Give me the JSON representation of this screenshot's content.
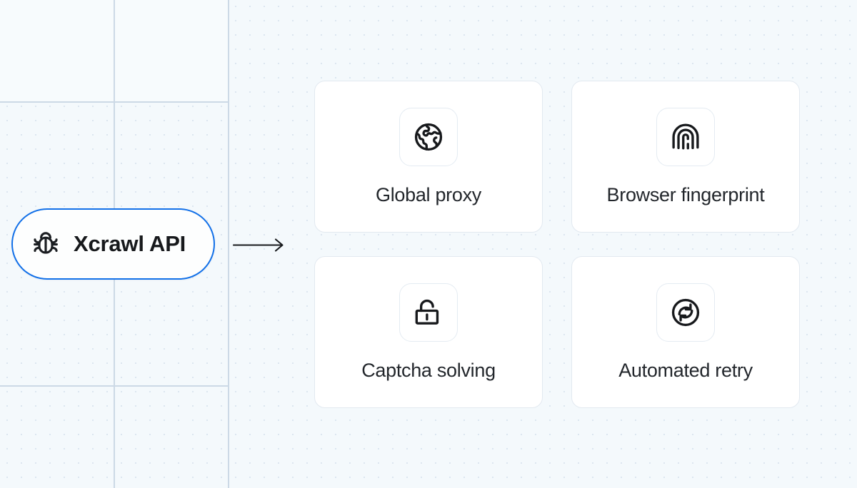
{
  "background": {
    "fill": "#f4f9fc",
    "panel_fill": "#f7fbfd",
    "grid_color": "#ccd9e6",
    "dot_color": "#d7e3ee",
    "dot_spacing": 20,
    "gridlines": {
      "vertical_x": [
        160,
        320
      ],
      "horizontal_y": [
        143,
        541
      ]
    }
  },
  "node": {
    "label": "Xcrawl API",
    "icon": "bug-icon",
    "border_color": "#1270e8",
    "fill": "#fdfefe",
    "text_color": "#17191c"
  },
  "connector": {
    "type": "arrow-right",
    "color": "#17191c"
  },
  "cards": [
    {
      "label": "Global proxy",
      "icon": "globe-icon"
    },
    {
      "label": "Browser fingerprint",
      "icon": "fingerprint-icon"
    },
    {
      "label": "Captcha solving",
      "icon": "unlock-icon"
    },
    {
      "label": "Automated retry",
      "icon": "refresh-icon"
    }
  ],
  "theme": {
    "card_fill": "#ffffff",
    "card_border": "#e2e9f0",
    "icon_border": "#e4ebf2",
    "label_color": "#22262b"
  }
}
